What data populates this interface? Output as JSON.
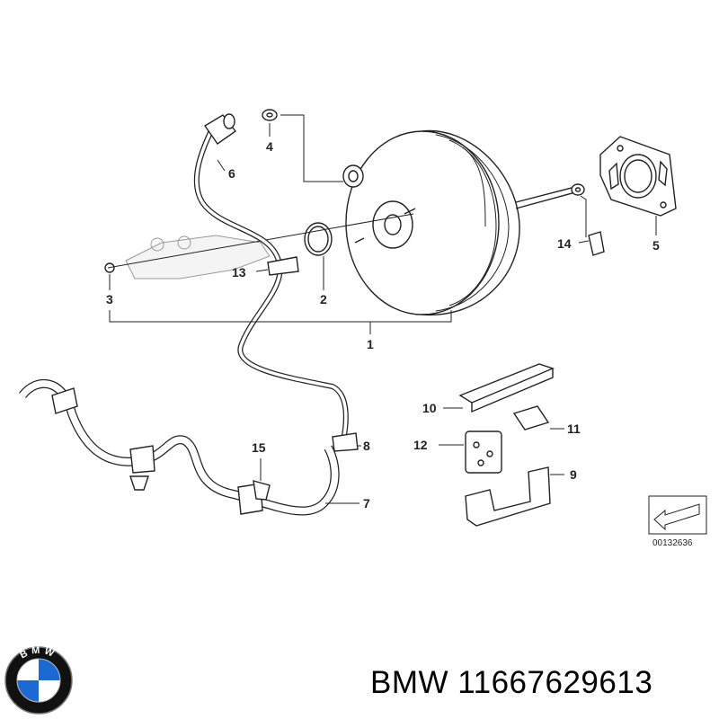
{
  "diagram": {
    "callouts": {
      "c1": "1",
      "c2": "2",
      "c3": "3",
      "c4": "4",
      "c5": "5",
      "c6": "6",
      "c7": "7",
      "c8": "8",
      "c9": "9",
      "c10": "10",
      "c11": "11",
      "c12": "12",
      "c13": "13",
      "c14": "14",
      "c15": "15"
    },
    "reference_number": "00132636"
  },
  "caption": {
    "brand": "BMW",
    "part_number": "11667629613",
    "text": "BMW 11667629613"
  },
  "logo": {
    "letters": "BMW",
    "colors": {
      "blue": "#1c69d4",
      "white": "#ffffff",
      "ring": "#111111"
    }
  }
}
